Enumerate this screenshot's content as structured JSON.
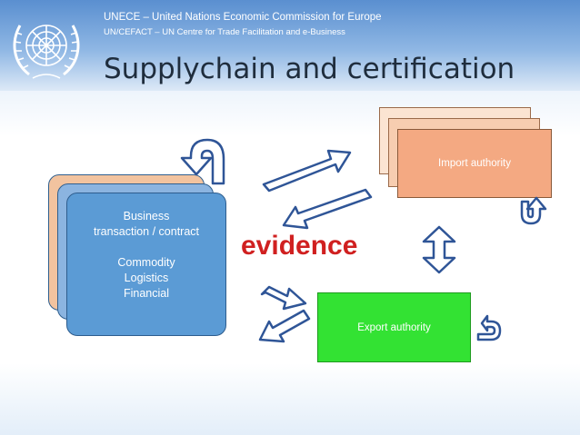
{
  "header": {
    "org_line1": "UNECE – United Nations Economic Commission for Europe",
    "org_line2": "UN/CEFACT – UN Centre for Trade Facilitation and e-Business",
    "title": "Supplychain and certification"
  },
  "business_card": {
    "lines": [
      "Business",
      "transaction / contract",
      "",
      "Commodity",
      "Logistics",
      "Financial"
    ]
  },
  "center_label": "evidence",
  "import_authority": "Import authority",
  "export_authority": "Export authority",
  "colors": {
    "header_blue": "#5a8fd0",
    "business_blue": "#5b9bd5",
    "import_orange": "#f4a982",
    "export_green": "#33e233",
    "evidence_red": "#d02020",
    "arrow_outline": "#2f5597"
  },
  "icons": [
    "un-emblem-icon",
    "u-turn-arrow-icon",
    "double-arrow-icon"
  ]
}
